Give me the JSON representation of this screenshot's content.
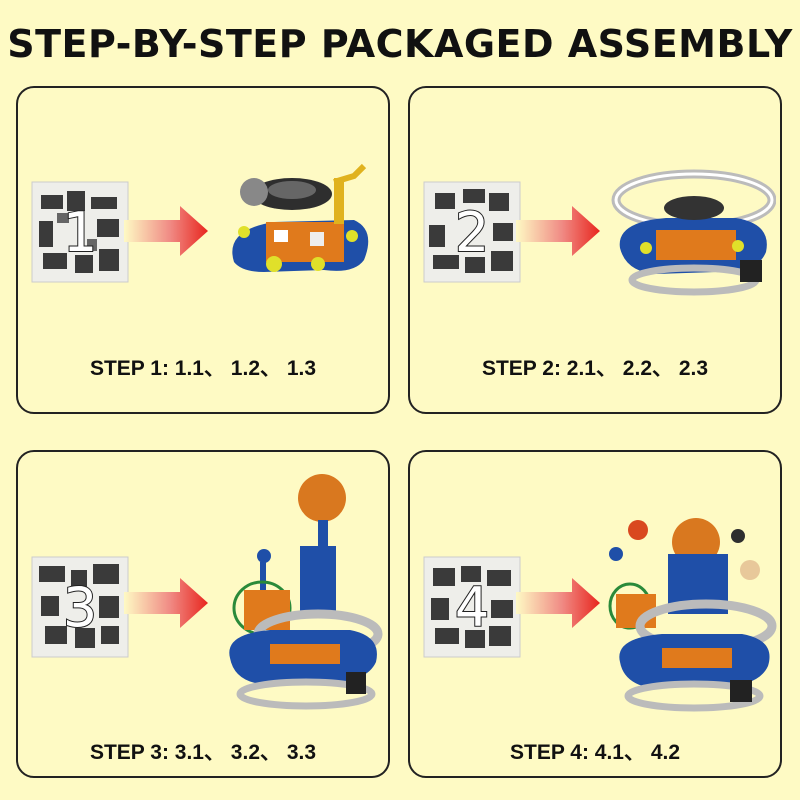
{
  "title": "STEP-BY-STEP PACKAGED ASSEMBLY",
  "steps": [
    {
      "bag_number": "1",
      "label": "STEP 1:  1.1、 1.2、 1.3"
    },
    {
      "bag_number": "2",
      "label": "STEP 2:  2.1、 2.2、 2.3"
    },
    {
      "bag_number": "3",
      "label": "STEP 3:  3.1、 3.2、 3.3"
    },
    {
      "bag_number": "4",
      "label": "STEP 4:  4.1、 4.2"
    }
  ],
  "colors": {
    "background": "#fefac4",
    "arrow_red": "#e8261e",
    "model_blue": "#1f4fa8",
    "model_orange": "#e07a1c",
    "planet_orange": "#d9781f"
  }
}
